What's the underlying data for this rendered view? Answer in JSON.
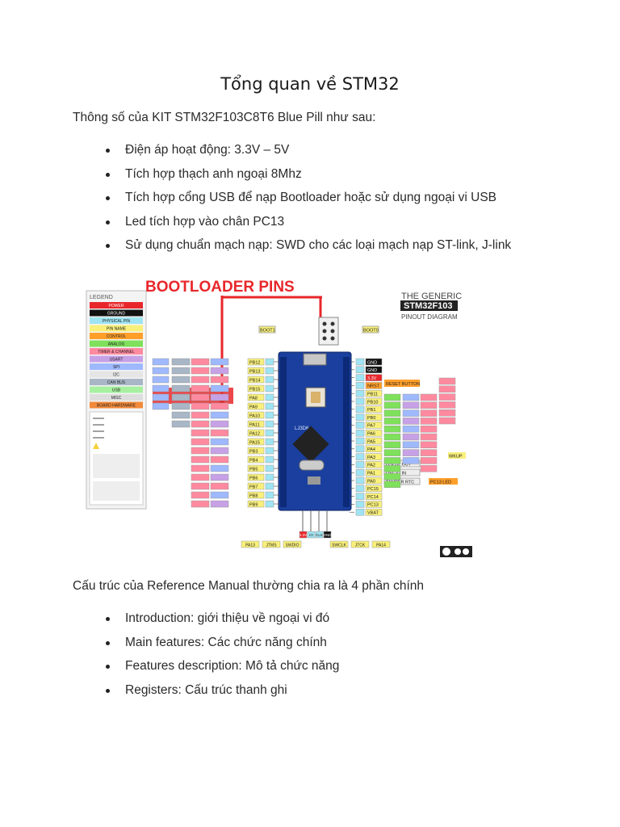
{
  "title": "Tổng quan về STM32",
  "intro": "Thông số của KIT STM32F103C8T6 Blue Pill như sau:",
  "specs": [
    "Điện áp hoạt động: 3.3V – 5V",
    "Tích hợp thạch anh ngoại 8Mhz",
    "Tích hợp cổng USB để nạp Bootloader hoặc sử dụng ngoại vi USB",
    "Led tích hợp vào chân PC13",
    "Sử dụng chuẩn mạch nạp: SWD cho các loại mạch nạp ST-link, J-link"
  ],
  "diagram": {
    "banner": "BOOTLOADER PINS",
    "heading_small": "THE GENERIC",
    "heading_main": "STM32F103",
    "heading_sub": "PINOUT DIAGRAM",
    "legend_title": "LEGEND",
    "legend": [
      {
        "label": "POWER",
        "color": "#e8272b"
      },
      {
        "label": "GROUND",
        "color": "#111111"
      },
      {
        "label": "PHYSICAL PIN",
        "color": "#9fe4f2"
      },
      {
        "label": "PIN NAME",
        "color": "#f8f07a"
      },
      {
        "label": "CONTROL",
        "color": "#ff9f2a"
      },
      {
        "label": "ANALOG",
        "color": "#7ee05b"
      },
      {
        "label": "TIMER & CHANNEL",
        "color": "#ff8aa0"
      },
      {
        "label": "USART",
        "color": "#c7a1e6"
      },
      {
        "label": "SPI",
        "color": "#9fb9ff"
      },
      {
        "label": "I2C",
        "color": "#e5e5e5"
      },
      {
        "label": "CAN BUS",
        "color": "#a8b6c6"
      },
      {
        "label": "USB",
        "color": "#a7f0a0"
      },
      {
        "label": "MISC",
        "color": "#dddddd"
      },
      {
        "label": "BOARD HARDWARE",
        "color": "#f28a3a"
      }
    ],
    "left_pins": [
      "PB12",
      "PB13",
      "PB14",
      "PB15",
      "PA8",
      "PA9",
      "PA10",
      "PA11",
      "PA12",
      "PA15",
      "PB3",
      "PB4",
      "PB5",
      "PB6",
      "PB7",
      "PB8",
      "PB9"
    ],
    "right_pins": [
      "GND",
      "GND",
      "3.3V",
      "NRST",
      "PB11",
      "PB10",
      "PB1",
      "PB0",
      "PA7",
      "PA6",
      "PA5",
      "PA4",
      "PA3",
      "PA2",
      "PA1",
      "PA0",
      "PC15",
      "PC14",
      "PC13",
      "VBAT"
    ],
    "boot_left": "BOOT1",
    "boot_right": "BOOT0",
    "bottom_pins": [
      "3.3V",
      "IO",
      "CLK",
      "GND"
    ],
    "bottom_labels": [
      "PA13",
      "JTMS",
      "SWDIO",
      "SWCLK",
      "JTCK",
      "PA14"
    ],
    "right_labels": [
      "RESET BUTTON",
      "OSC32 OUT",
      "OSC32 IN",
      "TAMPER RTC",
      "PC13 LED",
      "WKUP"
    ],
    "board_label": "LJ3D6"
  },
  "structure_intro": "Cấu trúc của Reference Manual thường chia ra là 4 phần chính",
  "structure": [
    "Introduction: giới thiệu về ngoại vi đó",
    "Main features: Các chức năng chính",
    "Features description: Mô tả chức năng",
    "Registers: Cấu trúc thanh ghi"
  ]
}
